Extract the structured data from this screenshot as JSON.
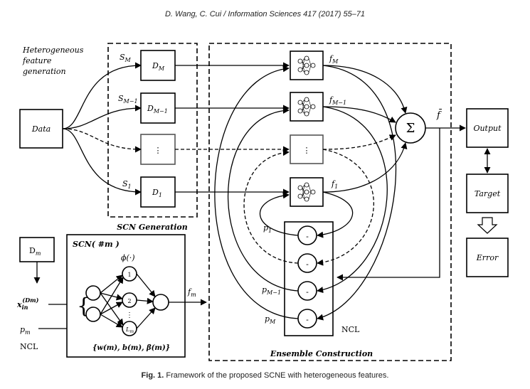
{
  "header": {
    "text": "D. Wang, C. Cui / Information Sciences 417 (2017) 55–71"
  },
  "caption": {
    "fig": "Fig. 1.",
    "text": "Framework of the proposed SCNE with heterogeneous features."
  },
  "labels": {
    "het1": "Heterogeneous",
    "het2": "feature",
    "het3": "generation",
    "data": "Data",
    "sm": "S",
    "sm_sub": "M",
    "sm1": "S",
    "sm1_sub": "M−1",
    "s1": "S",
    "s1_sub": "1",
    "dm": "D",
    "dm_sub": "M",
    "dm1": "D",
    "dm1_sub": "M−1",
    "d1": "D",
    "d1_sub": "1",
    "dots": "⋮",
    "scn_gen": "SCN Generation",
    "fm": "f",
    "fm_sub": "M",
    "fm1": "f",
    "fm1_sub": "M−1",
    "f1": "f",
    "f1_sub": "1",
    "sigma": "Σ",
    "fbar": "f̄",
    "output": "Output",
    "target": "Target",
    "error": "Error",
    "p1": "p",
    "p1_sub": "1",
    "pm1": "p",
    "pm1_sub": "M−1",
    "pm": "p",
    "pm_sub": "M",
    "ncl_right": "NCL",
    "ensemble": "Ensemble Construction",
    "dm_left": "D",
    "dm_left_sub": "m",
    "scn_m": "SCN( #m )",
    "phi": "ϕ(·)",
    "node1": "1",
    "node2": "2",
    "nodeL": "L",
    "nodeL_sub": "m",
    "x_in": "x",
    "x_in_sub": "in",
    "x_in_sup": "(Dm)",
    "p_m": "p",
    "p_m_sub": "m",
    "ncl_left": "NCL",
    "f_m": "f",
    "f_m_sub": "m",
    "params": "{w(m), b(m), β(m)}",
    "minus": "-"
  }
}
